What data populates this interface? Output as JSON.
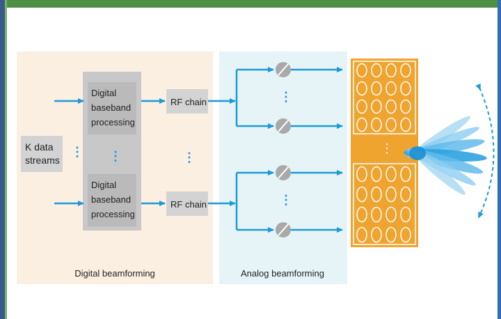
{
  "diagram": {
    "input_label_line1": "K data",
    "input_label_line2": "streams",
    "bb_top": [
      "Digital",
      "baseband",
      "processing"
    ],
    "bb_bottom": [
      "Digital",
      "baseband",
      "processing"
    ],
    "rf_top": "RF chain",
    "rf_bottom": "RF chain",
    "section_digital": "Digital beamforming",
    "section_analog": "Analog beamforming",
    "dots": "⋮"
  },
  "colors": {
    "digital_bg": "#fbefe2",
    "analog_bg": "#e6f4f8",
    "block": "#d3d3d3",
    "arrow": "#1a9ad7",
    "array": "#f0a430"
  }
}
